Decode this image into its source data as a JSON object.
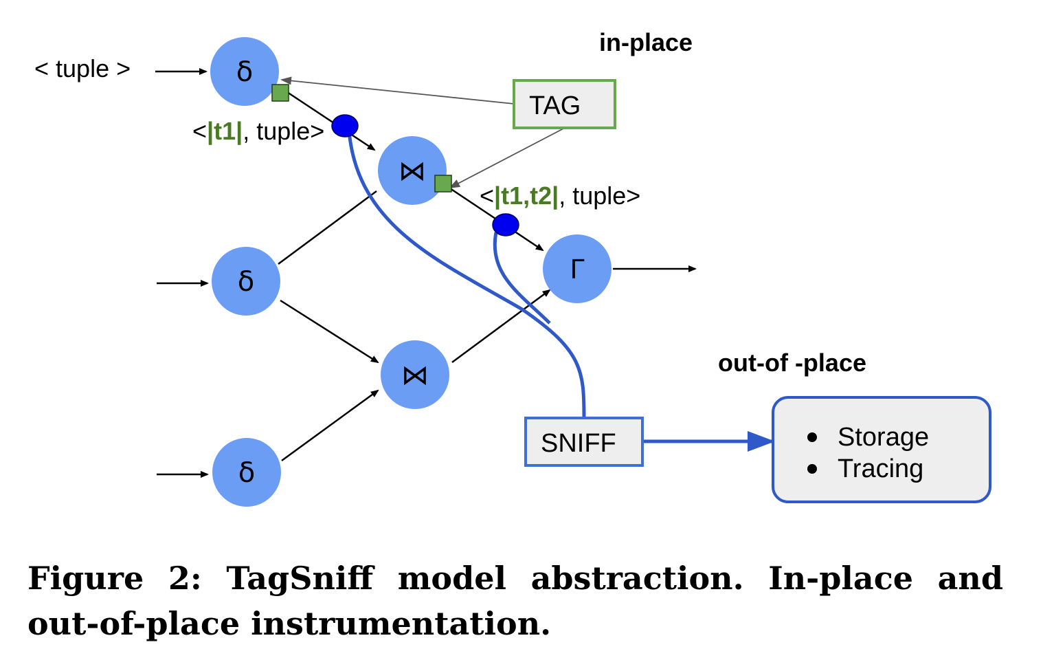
{
  "labels": {
    "in_place": "in-place",
    "out_of_place": "out-of -place",
    "input_tuple": "< tuple >",
    "edge1_open": "<",
    "edge1_tag": "|t1|",
    "edge1_rest": ", tuple>",
    "edge2_open": "<",
    "edge2_tag": "|t1,t2|",
    "edge2_rest": ", tuple>"
  },
  "operators": {
    "select": "δ",
    "join": "⋈",
    "aggregate": "Γ"
  },
  "boxes": {
    "tag": "TAG",
    "sniff": "SNIFF",
    "sink_items": [
      "Storage",
      "Tracing"
    ]
  },
  "caption": "Figure 2: TagSniff model abstraction. In-place and out-of-place instrumentation.",
  "colors": {
    "operator_fill": "#6c9df5",
    "tag_green": "#6aa84f",
    "sniff_blue": "#2f59c9",
    "tap_blue": "#0000ee"
  }
}
